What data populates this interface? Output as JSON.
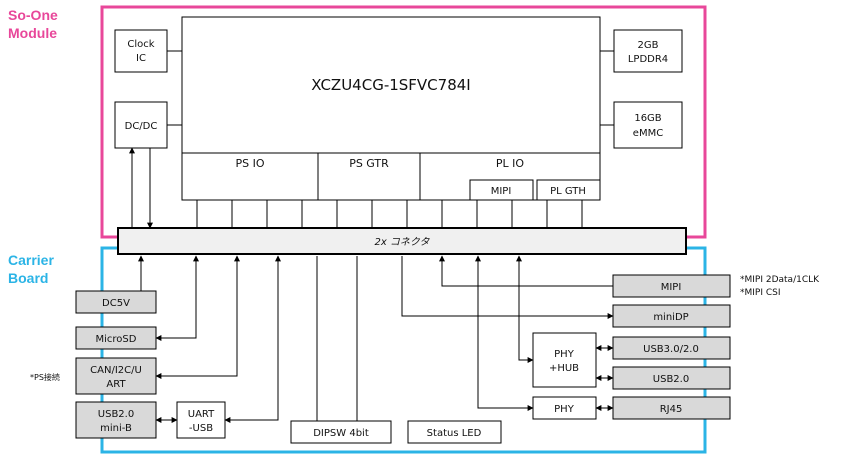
{
  "sections": {
    "module_title_line1": "So-One",
    "module_title_line2": "Module",
    "carrier_title_line1": "Carrier",
    "carrier_title_line2": "Board"
  },
  "colors": {
    "module_border": "#e8479a",
    "carrier_border": "#2bb4e6",
    "box_fill_gray": "#d9d9d9",
    "connector_fill": "#f0f0f0",
    "line": "#000000"
  },
  "soc": {
    "name": "XCZU4CG-1SFVC784I",
    "ps_io": "PS IO",
    "ps_gtr": "PS GTR",
    "pl_io": "PL IO",
    "mipi": "MIPI",
    "pl_gth": "PL GTH"
  },
  "module_parts": {
    "clock_line1": "Clock",
    "clock_line2": "IC",
    "dcdc": "DC/DC",
    "lpddr_line1": "2GB",
    "lpddr_line2": "LPDDR4",
    "emmc_line1": "16GB",
    "emmc_line2": "eMMC"
  },
  "connector": {
    "label": "2x コネクタ"
  },
  "carrier_left": {
    "dc5v": "DC5V",
    "microsd": "MicroSD",
    "can_line1": "CAN/I2C/U",
    "can_line2": "ART",
    "usb_line1": "USB2.0",
    "usb_line2": "mini-B",
    "uart_line1": "UART",
    "uart_line2": "-USB",
    "ps_note": "*PS接続"
  },
  "carrier_center": {
    "dipsw": "DIPSW 4bit",
    "status_led": "Status LED",
    "phy_hub_line1": "PHY",
    "phy_hub_line2": "+HUB",
    "phy": "PHY"
  },
  "carrier_right": {
    "mipi": "MIPI",
    "minidp": "miniDP",
    "usb30": "USB3.0/2.0",
    "usb20": "USB2.0",
    "rj45": "RJ45",
    "note_line1": "*MIPI 2Data/1CLK",
    "note_line2": "*MIPI CSI"
  }
}
